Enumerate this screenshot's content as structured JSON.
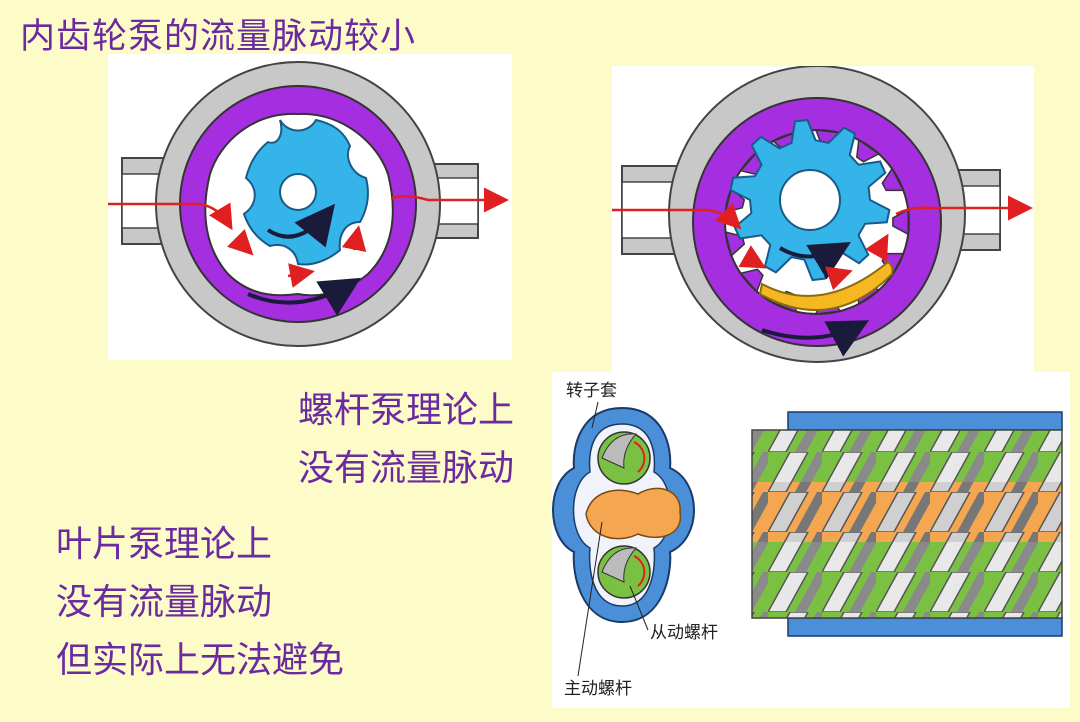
{
  "title": "内齿轮泵的流量脉动较小",
  "screw_pump": {
    "line1": "螺杆泵理论上",
    "line2": "没有流量脉动"
  },
  "vane_pump": {
    "line1": "叶片泵理论上",
    "line2": "没有流量脉动",
    "line3": "但实际上无法避免"
  },
  "screw_labels": {
    "rotor_sleeve": "转子套",
    "driven_screw": "从动螺杆",
    "driving_screw": "主动螺杆"
  },
  "colors": {
    "background": "#fdfbc8",
    "text": "#6a2aa0",
    "housing": "#c8c8c8",
    "outer_ring": "#a52fe0",
    "gear": "#34b4e8",
    "crescent": "#f5b820",
    "arrow": "#e02020",
    "screw_green": "#7ac143",
    "screw_orange": "#f5a650",
    "sleeve_blue": "#4a8fd8"
  }
}
